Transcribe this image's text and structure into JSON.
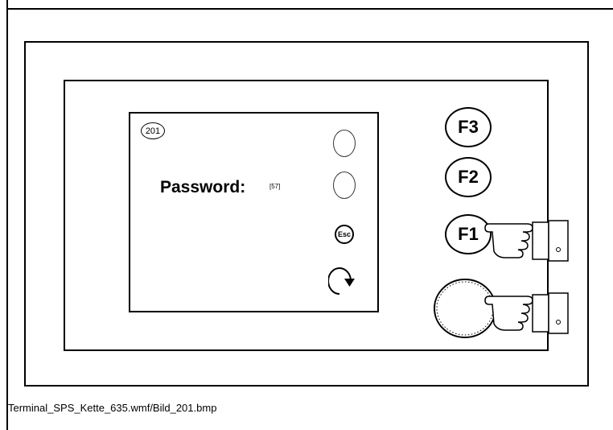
{
  "screen": {
    "number": "201",
    "password_label": "Password:",
    "password_code": "[57]",
    "esc_label": "Esc"
  },
  "function_keys": {
    "f3": "F3",
    "f2": "F2",
    "f1": "F1"
  },
  "caption": "Terminal_SPS_Kette_635.wmf/Bild_201.bmp"
}
